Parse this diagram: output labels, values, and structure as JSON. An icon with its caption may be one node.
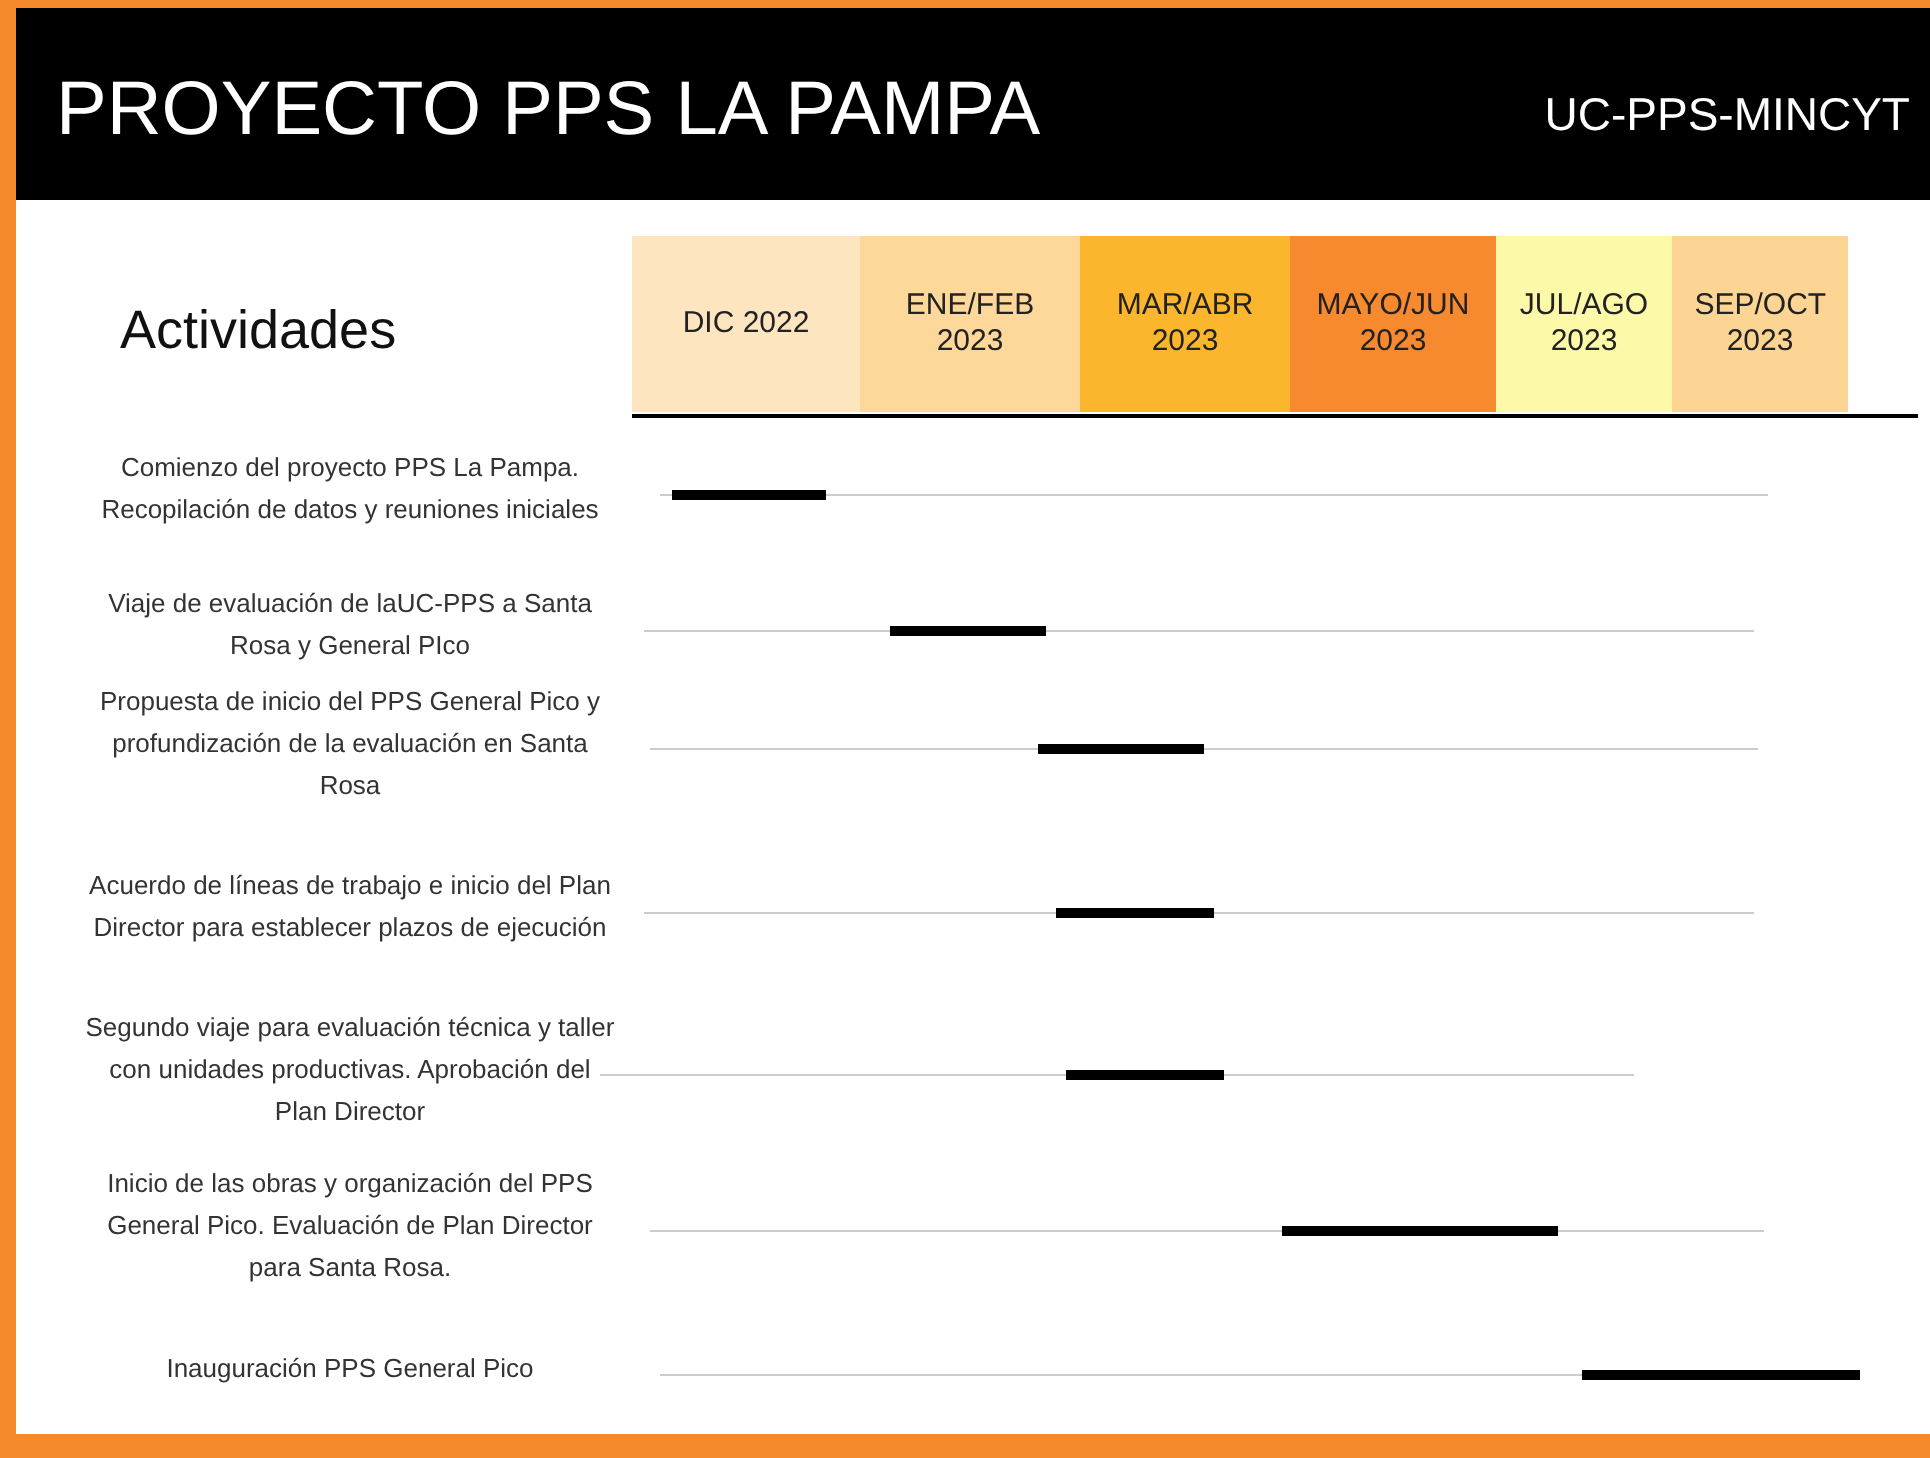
{
  "diagram": {
    "title": "PROYECTO PPS LA PAMPA",
    "nodes": [
      {
        "text": [
          "DIC 2022"
        ]
      },
      {
        "text": [
          "ENE/FEB 2023"
        ]
      },
      {
        "text": [
          "MAR/ABR 2023"
        ]
      },
      {
        "text": [
          "MAYO/JUN 2023"
        ]
      },
      {
        "text": [
          "JUL/AGO 2023"
        ]
      },
      {
        "text": [
          "SEP/OCT 2023"
        ]
      }
    ],
    "labels": [
      "UC-PPS-MINCYT",
      "Actividades",
      "Comienzo del proyecto PPS La Pampa. Recopilación de datos y reuniones iniciales",
      "Viaje de evaluación de laUC-PPS a Santa Rosa y General PIco",
      "Propuesta de inicio del PPS General Pico y profundización de la evaluación en Santa Rosa",
      "Acuerdo de líneas de trabajo e inicio del Plan Director para establecer plazos de ejecución",
      "Segundo viaje para evaluación técnica y taller con unidades productivas. Aprobación del Plan Director",
      "Inicio de las obras y organización del PPS General Pico. Evaluación de Plan Director para Santa Rosa.",
      "Inauguración PPS General Pico"
    ]
  }
}
